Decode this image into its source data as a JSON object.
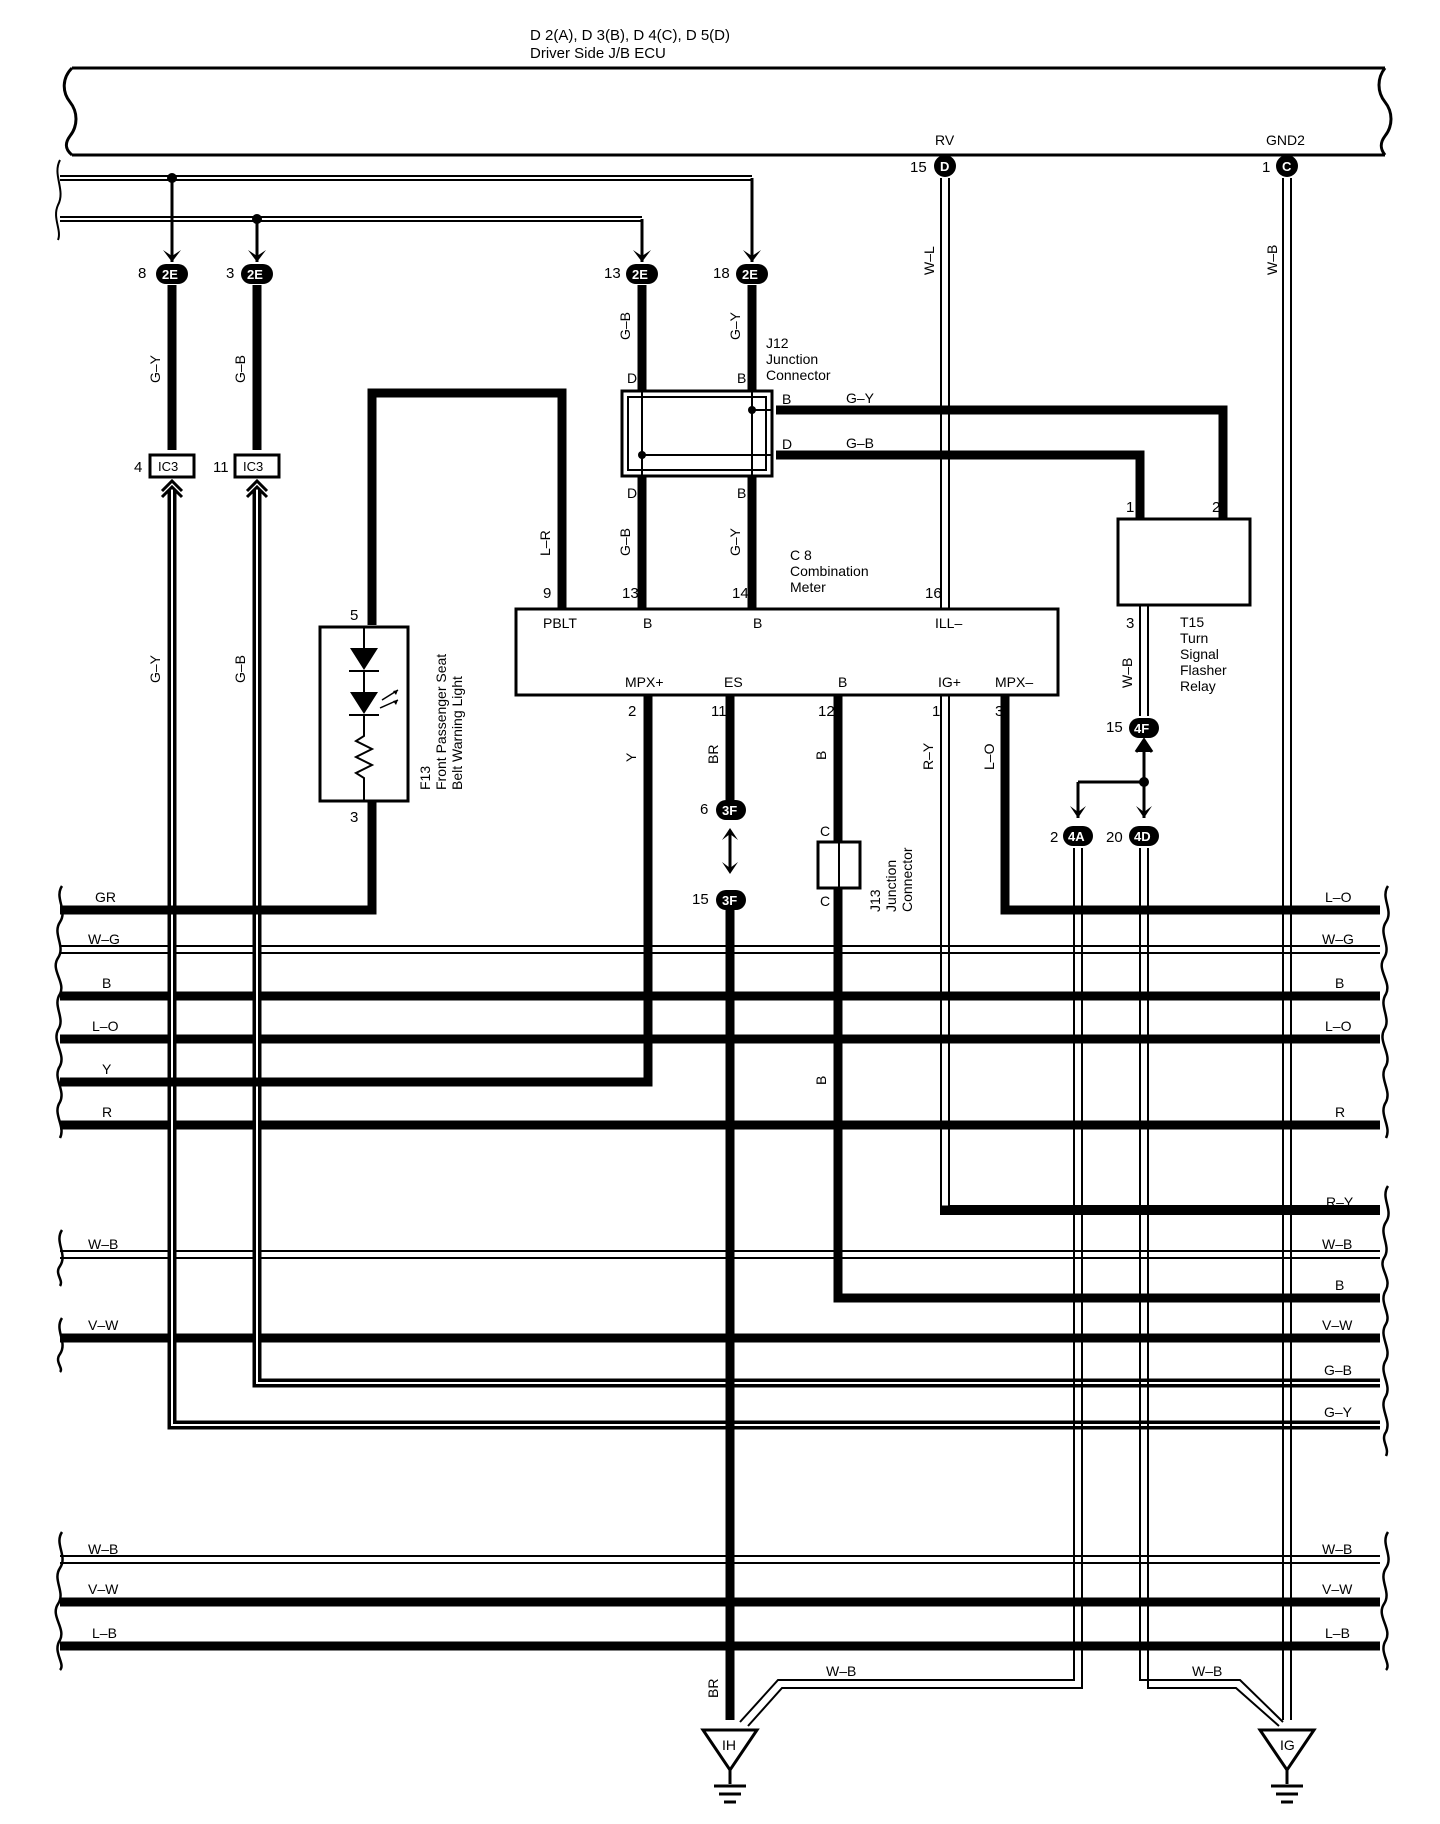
{
  "header": {
    "title_line1": "D 2(A), D 3(B), D 4(C), D 5(D)",
    "title_line2": "Driver Side J/B ECU",
    "pin_rv": "RV",
    "pin_gnd2": "GND2",
    "pin_rv_num": "15",
    "pin_rv_conn": "D",
    "pin_gnd2_num": "1",
    "pin_gnd2_conn": "C"
  },
  "connectors_2e": [
    {
      "pin": "8",
      "code": "2E"
    },
    {
      "pin": "3",
      "code": "2E"
    },
    {
      "pin": "13",
      "code": "2E"
    },
    {
      "pin": "18",
      "code": "2E"
    }
  ],
  "ic3": [
    {
      "pin": "4",
      "code": "IC3"
    },
    {
      "pin": "11",
      "code": "IC3"
    }
  ],
  "wire_labels": {
    "gy_left": "G–Y",
    "gb_left": "G–B",
    "gy_left_low": "G–Y",
    "gb_left_low": "G–B",
    "gb_mid": "G–B",
    "gy_mid": "G–Y",
    "wl": "W–L",
    "wb_right": "W–B",
    "lr": "L–R",
    "gb_j12_low": "G–B",
    "gy_j12_low": "G–Y",
    "gy_horiz": "G–Y",
    "gb_horiz": "G–B",
    "wb_t15": "W–B",
    "y": "Y",
    "br": "BR",
    "b": "B",
    "ry": "R–Y",
    "lo": "L–O",
    "b_low": "B",
    "br_bottom": "BR",
    "wb_bottom1": "W–B",
    "wb_bottom2": "W–B"
  },
  "j12": {
    "title1": "J12",
    "title2": "Junction",
    "title3": "Connector",
    "pin_d_top": "D",
    "pin_b_top": "B",
    "pin_b_right": "B",
    "pin_d_right": "D",
    "pin_d_bottom": "D",
    "pin_b_bottom": "B"
  },
  "meter": {
    "title1": "C 8",
    "title2": "Combination",
    "title3": "Meter",
    "pins_top": [
      "9",
      "13",
      "14",
      "16"
    ],
    "labels_top": [
      "PBLT",
      "B",
      "B",
      "ILL–"
    ],
    "labels_bottom": [
      "MPX+",
      "ES",
      "B",
      "IG+",
      "MPX–"
    ],
    "pins_bottom": [
      "2",
      "11",
      "12",
      "1",
      "3"
    ]
  },
  "t15": {
    "pin1": "1",
    "pin2": "2",
    "pin3": "3",
    "title1": "T15",
    "title2": "Turn",
    "title3": "Signal",
    "title4": "Flasher",
    "title5": "Relay"
  },
  "f13": {
    "pin5": "5",
    "pin3": "3",
    "name": "F13",
    "line1": "Front Passenger Seat",
    "line2": "Belt Warning Light"
  },
  "j13": {
    "pin_c_top": "C",
    "pin_c_bottom": "C",
    "line1": "J13",
    "line2": "Junction",
    "line3": "Connector"
  },
  "small_connectors": [
    {
      "pin": "6",
      "code": "3F"
    },
    {
      "pin": "15",
      "code": "3F"
    },
    {
      "pin": "15",
      "code": "4F"
    },
    {
      "pin": "2",
      "code": "4A"
    },
    {
      "pin": "20",
      "code": "4D"
    }
  ],
  "bus_left": [
    "GR",
    "W–G",
    "B",
    "L–O",
    "Y",
    "R",
    "W–B",
    "V–W",
    "W–B",
    "V–W",
    "L–B"
  ],
  "bus_right": [
    "L–O",
    "W–G",
    "B",
    "L–O",
    "R",
    "R–Y",
    "W–B",
    "B",
    "V–W",
    "G–B",
    "G–Y",
    "W–B",
    "V–W",
    "L–B"
  ],
  "grounds": {
    "ih": "IH",
    "ig": "IG"
  }
}
